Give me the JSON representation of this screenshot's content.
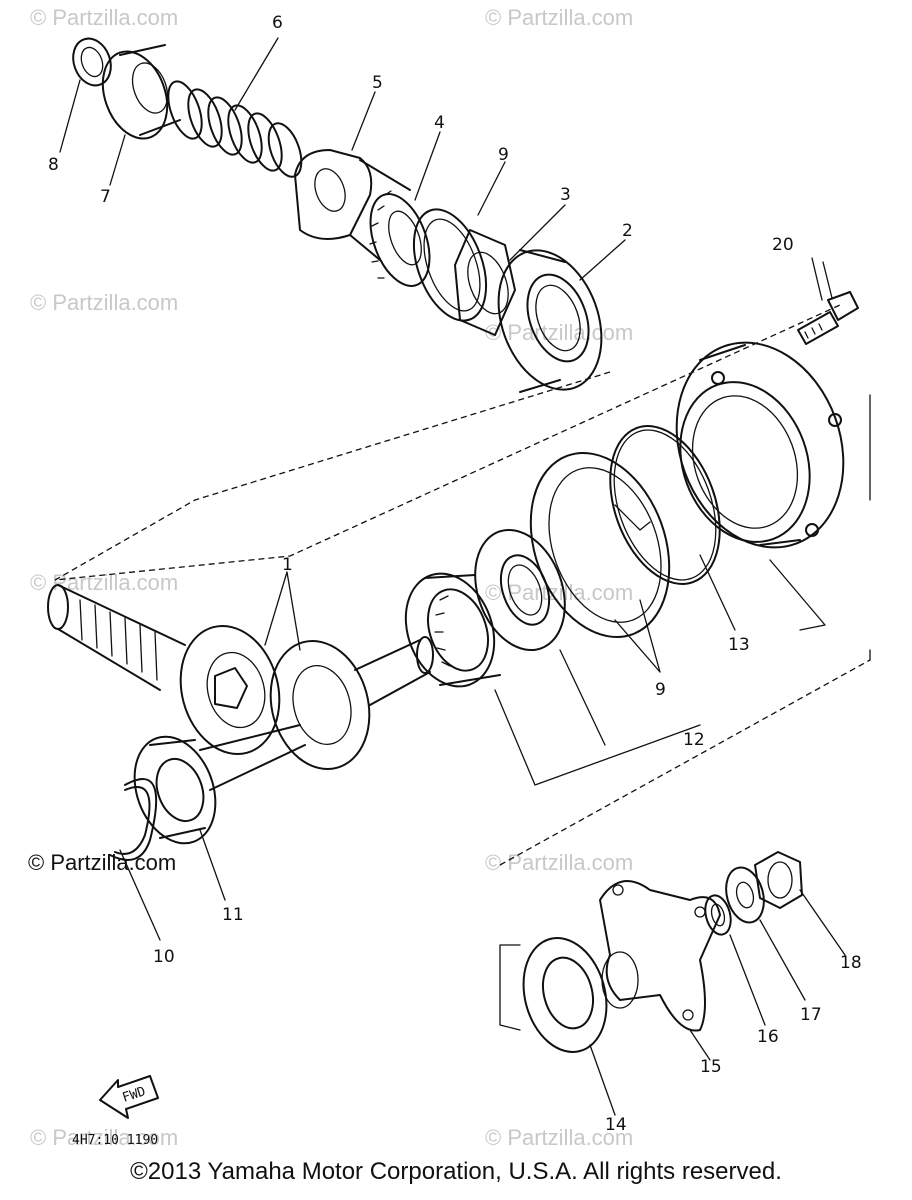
{
  "watermark": "© Partzilla.com",
  "watermark_prominent": "© Partzilla.com",
  "drawing_code": "4H7:10 1190",
  "fwd_label": "FWD",
  "copyright": "©2013 Yamaha Motor Corporation, U.S.A. All rights reserved.",
  "callouts": {
    "c1": "1",
    "c2": "2",
    "c3": "3",
    "c4": "4",
    "c5": "5",
    "c6": "6",
    "c7": "7",
    "c8": "8",
    "c9a": "9",
    "c9b": "9",
    "c10": "10",
    "c11": "11",
    "c12": "12",
    "c13": "13",
    "c14": "14",
    "c15": "15",
    "c16": "16",
    "c17": "17",
    "c18": "18",
    "c20": "20"
  }
}
